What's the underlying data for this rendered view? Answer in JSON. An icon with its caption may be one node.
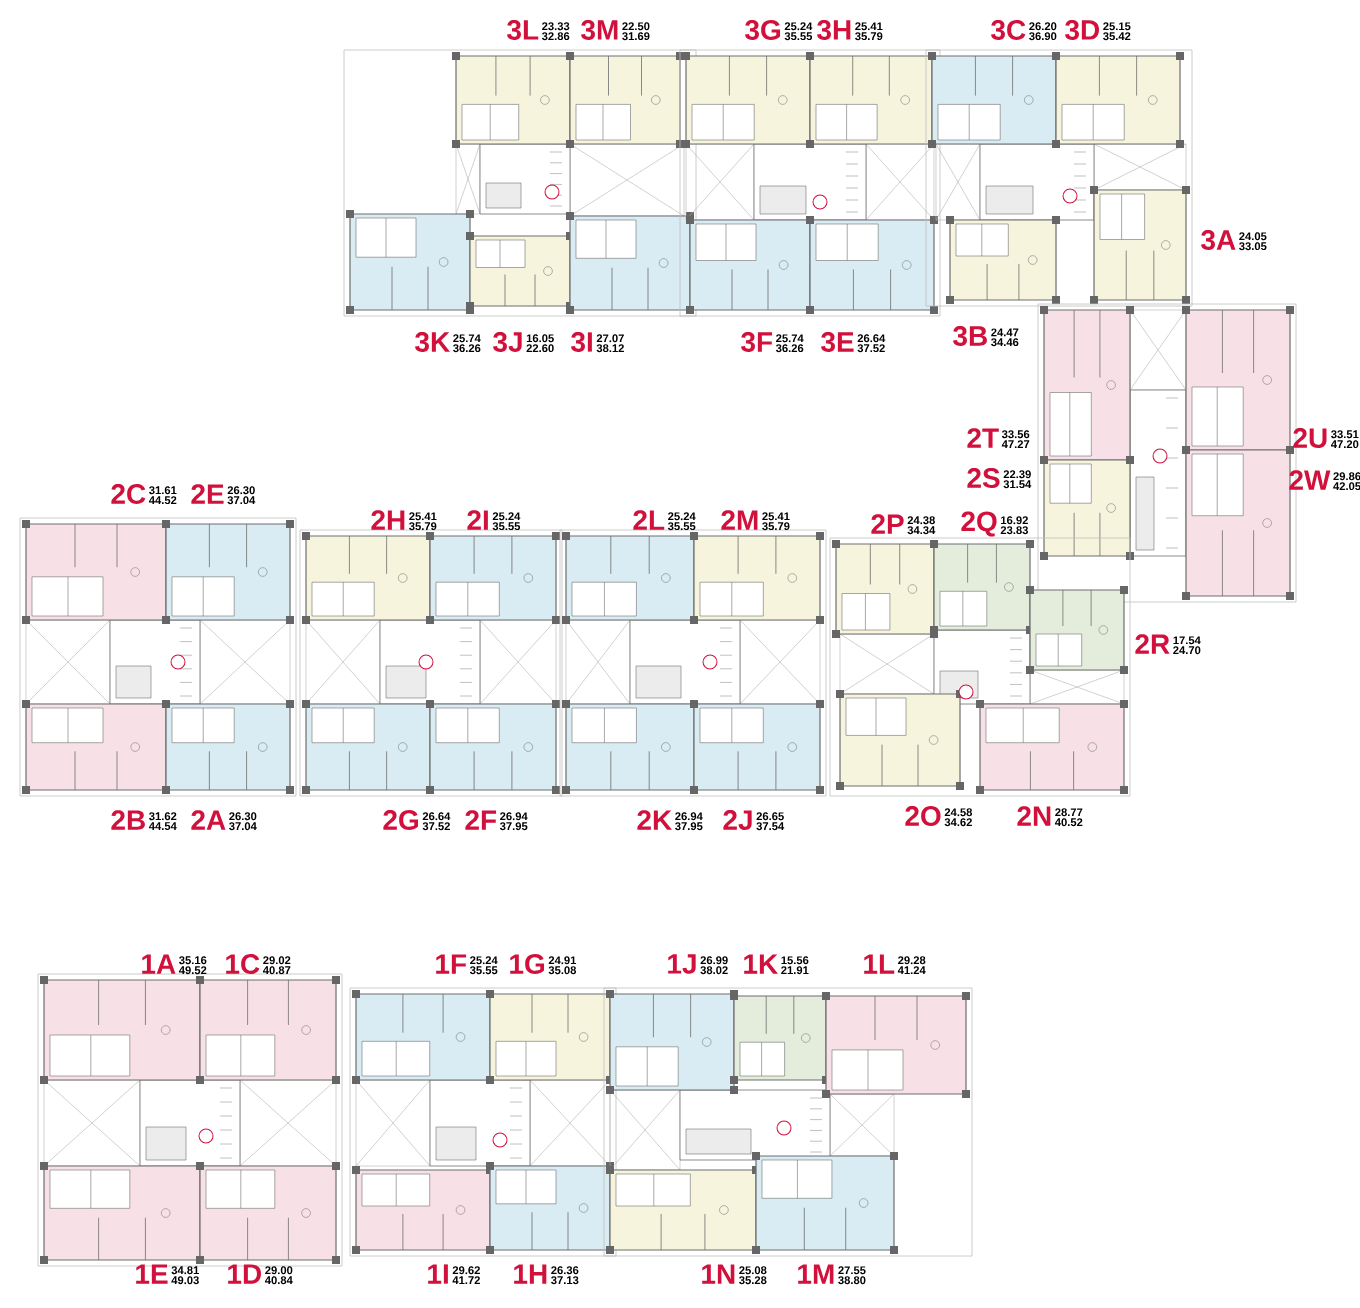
{
  "diagram": {
    "labels": [
      "3L",
      "23.33",
      "32.86",
      "3M",
      "22.50",
      "31.69",
      "3G",
      "25.24",
      "35.55",
      "3H",
      "25.41",
      "35.79",
      "3C",
      "26.20",
      "36.90",
      "3D",
      "25.15",
      "35.42",
      "3A",
      "24.05",
      "33.05",
      "3K",
      "25.74",
      "36.26",
      "3J",
      "16.05",
      "22.60",
      "3I",
      "27.07",
      "38.12",
      "3F",
      "25.74",
      "36.26",
      "3E",
      "26.64",
      "37.52",
      "3B",
      "24.47",
      "34.46",
      "2T",
      "33.56",
      "47.27",
      "2U",
      "33.51",
      "47.20",
      "2S",
      "22.39",
      "31.54",
      "2W",
      "29.86",
      "42.05",
      "2C",
      "31.61",
      "44.52",
      "2E",
      "26.30",
      "37.04",
      "2H",
      "25.41",
      "35.79",
      "2I",
      "25.24",
      "35.55",
      "2L",
      "25.24",
      "35.55",
      "2M",
      "25.41",
      "35.79",
      "2P",
      "24.38",
      "34.34",
      "2Q",
      "16.92",
      "23.83",
      "2R",
      "17.54",
      "24.70",
      "2B",
      "31.62",
      "44.54",
      "2A",
      "26.30",
      "37.04",
      "2G",
      "26.64",
      "37.52",
      "2F",
      "26.94",
      "37.95",
      "2K",
      "26.94",
      "37.95",
      "2J",
      "26.65",
      "37.54",
      "2O",
      "24.58",
      "34.62",
      "2N",
      "28.77",
      "40.52",
      "1A",
      "35.16",
      "49.52",
      "1C",
      "29.02",
      "40.87",
      "1F",
      "25.24",
      "35.55",
      "1G",
      "24.91",
      "35.08",
      "1J",
      "26.99",
      "38.02",
      "1K",
      "15.56",
      "21.91",
      "1L",
      "29.28",
      "41.24",
      "1E",
      "34.81",
      "49.03",
      "1D",
      "29.00",
      "40.84",
      "1I",
      "29.62",
      "41.72",
      "1H",
      "26.36",
      "37.13",
      "1N",
      "25.08",
      "35.28",
      "1M",
      "27.55",
      "38.80"
    ]
  }
}
